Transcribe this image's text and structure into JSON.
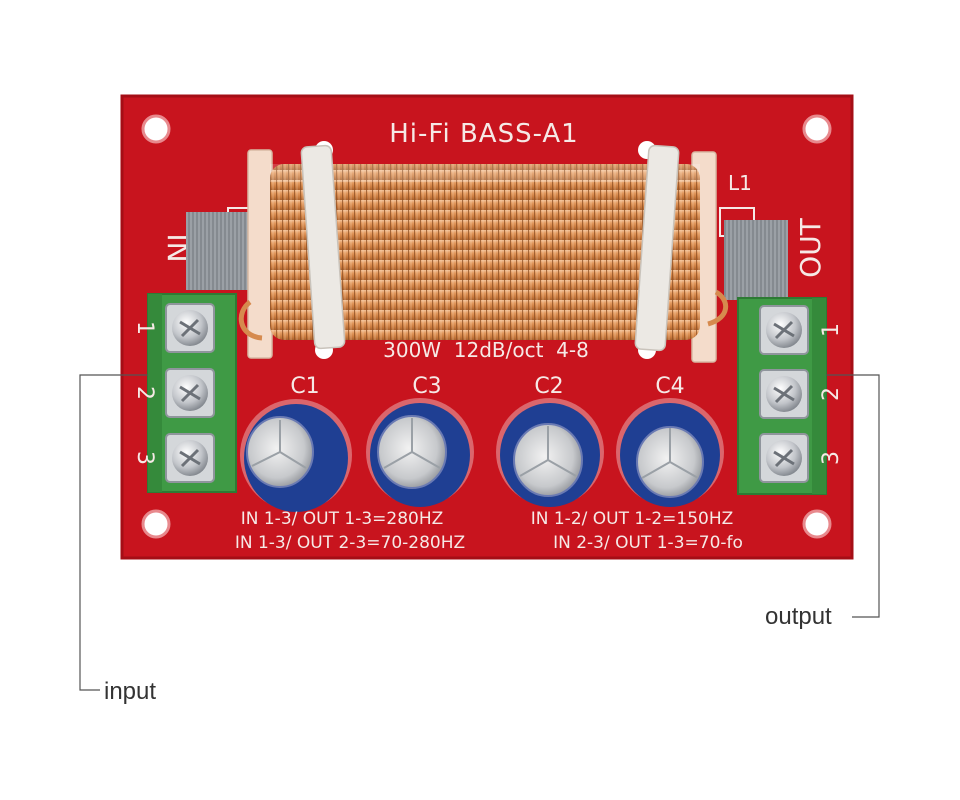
{
  "board": {
    "title": "Hi-Fi BASS-A1",
    "rating": "300W  12dB/oct  4-8",
    "inductor_label": "L1",
    "in_label": "IN",
    "out_label": "OUT",
    "left_terminal_numbers": [
      "1",
      "2",
      "3"
    ],
    "right_terminal_numbers": [
      "1",
      "2",
      "3"
    ],
    "capacitors": [
      "C1",
      "C3",
      "C2",
      "C4"
    ],
    "spec_lines": {
      "left_top": "IN 1-3/ OUT 1-3=280HZ",
      "left_bottom": "IN 1-3/ OUT 2-3=70-280HZ",
      "right_top": "IN 1-2/ OUT 1-2=150HZ",
      "right_bottom": "IN 2-3/ OUT 1-3=70-fo"
    }
  },
  "callouts": {
    "input": "input",
    "output": "output"
  },
  "colors": {
    "pcb": "#c8141e",
    "terminal": "#3f9a45",
    "copper": "#d68a4e",
    "capacitor": "#1f3f93",
    "callout_line": "#555555"
  }
}
